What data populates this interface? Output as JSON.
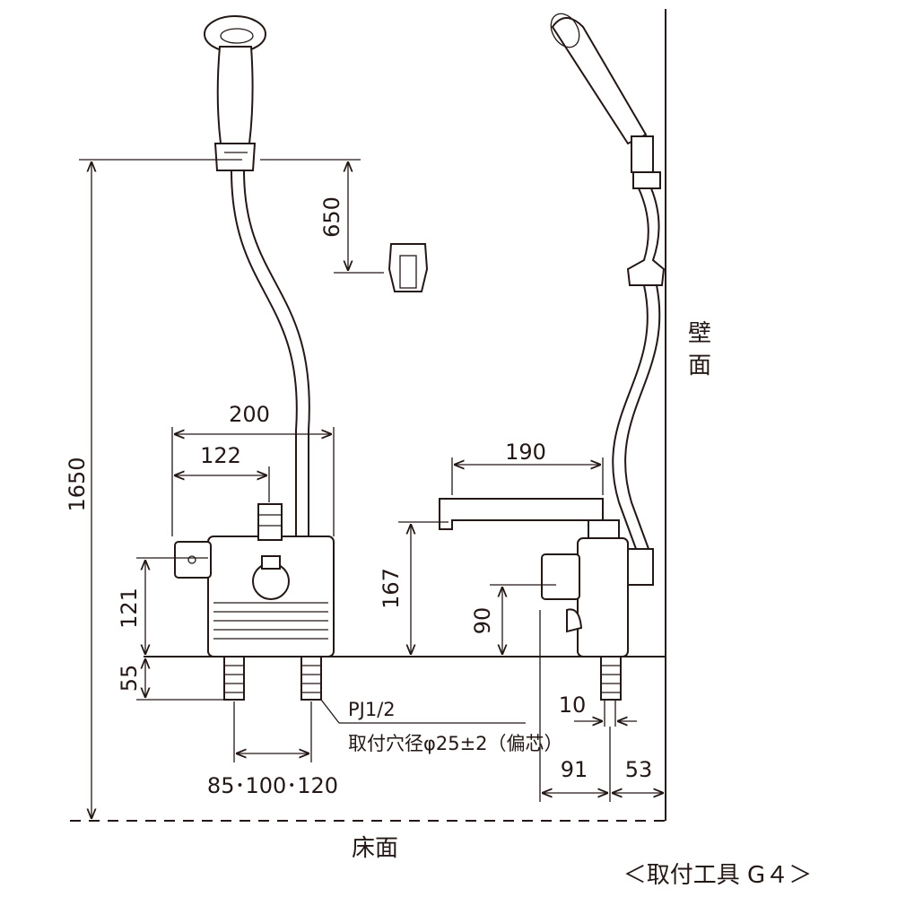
{
  "dimensions": {
    "total_height": "1650",
    "hook_distance": "650",
    "outer_width": "200",
    "handle_offset": "122",
    "mixer_height": "121",
    "leg_length": "55",
    "spout_reach": "190",
    "spout_height": "167",
    "side_height": "90",
    "pitch": "85･100･120",
    "offset": "10",
    "depth": "91",
    "wall_gap": "53"
  },
  "labels": {
    "pipe_thread": "PJ1/2",
    "mount_hole": "取付穴径φ25±2（偏芯）",
    "wall_char1": "壁",
    "wall_char2": "面",
    "floor": "床面",
    "tool": "＜取付工具 G４＞"
  },
  "colors": {
    "line": "#231815",
    "background": "#ffffff"
  }
}
